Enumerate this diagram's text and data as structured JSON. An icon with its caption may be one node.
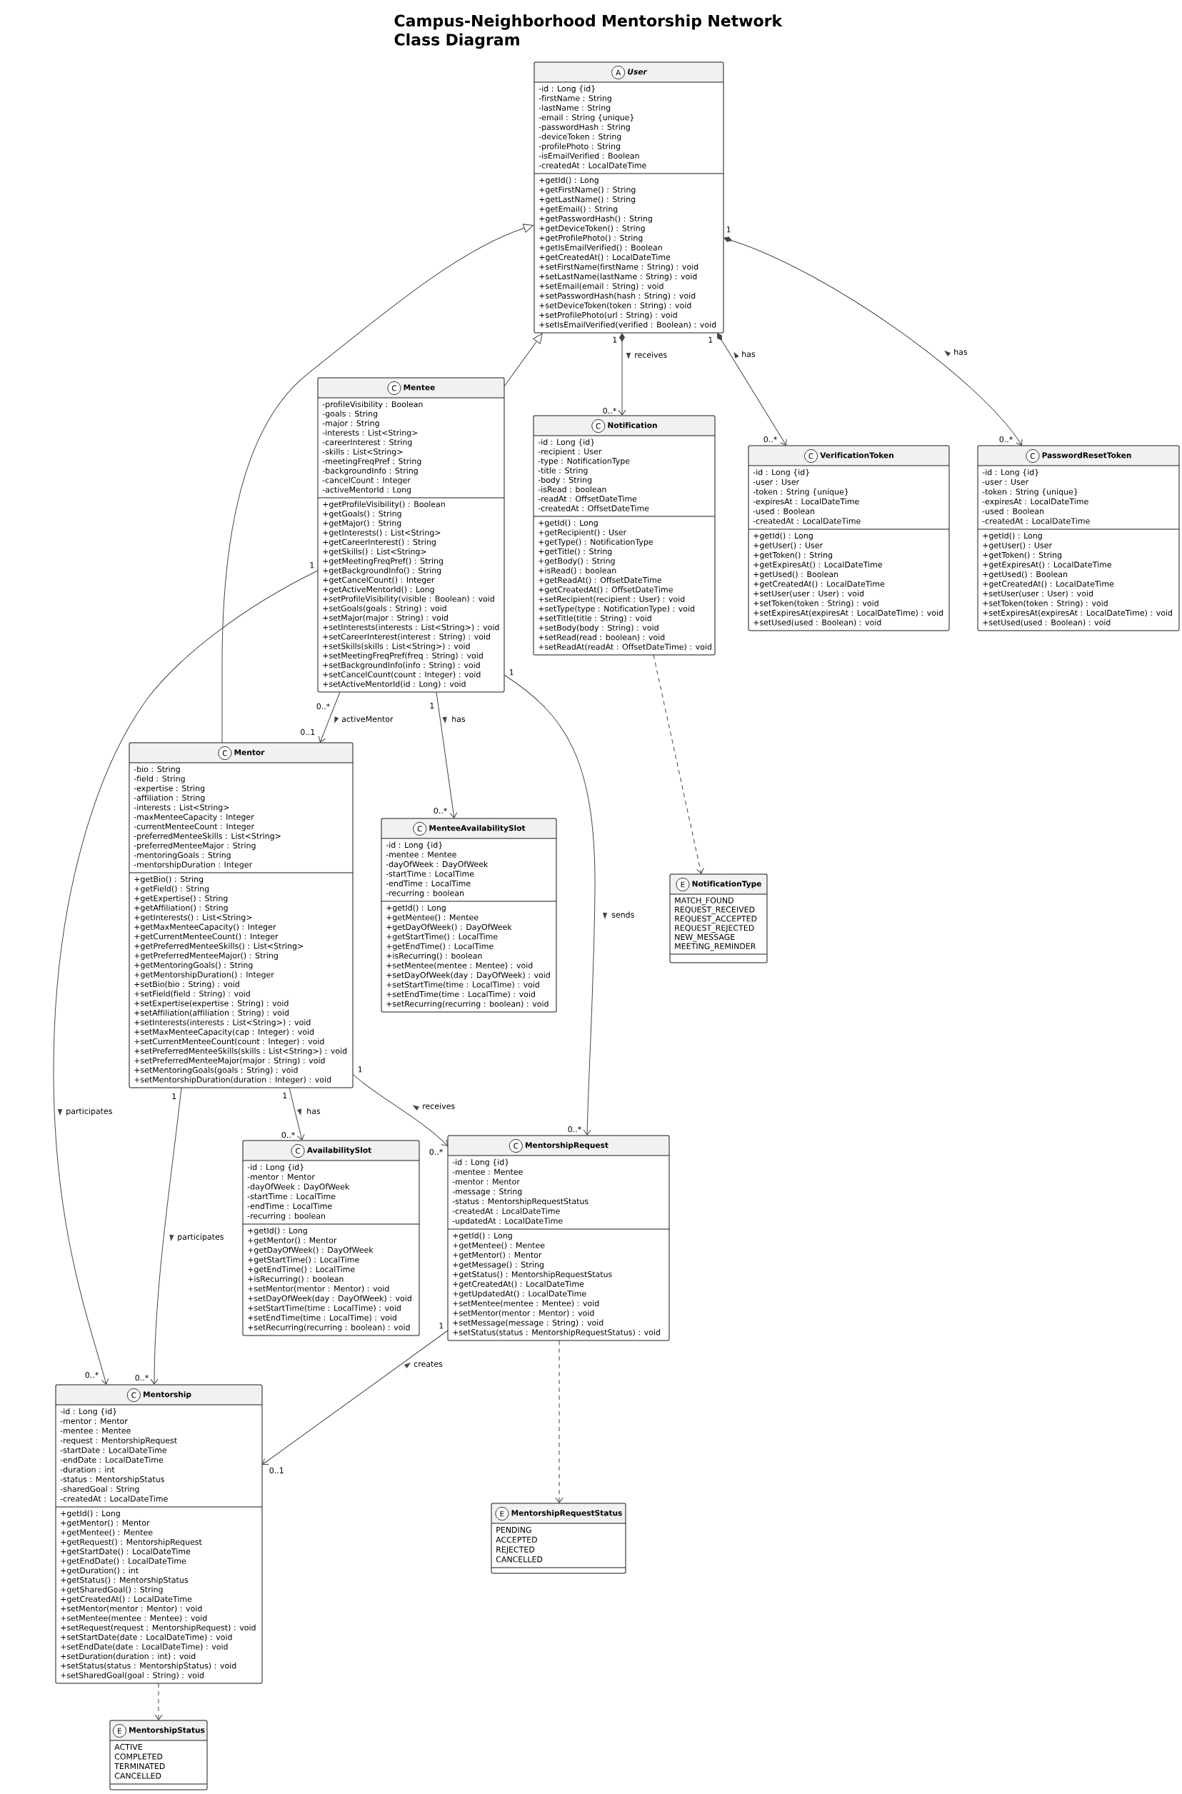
{
  "diagram": {
    "title": "Campus-Neighborhood Mentorship Network Class Diagram",
    "nodes": [
      {
        "text": [
          "A",
          "User",
          "-id : Long {id}",
          "-firstName : String",
          "-lastName : String",
          "-email : String {unique}",
          "-passwordHash : String",
          "-deviceToken : String",
          "-profilePhoto : String",
          "-isEmailVerified : Boolean",
          "-createdAt : LocalDateTime",
          "+getId() : Long",
          "+getFirstName() : String",
          "+getLastName() : String",
          "+getEmail() : String",
          "+getPasswordHash() : String",
          "+getDeviceToken() : String",
          "+getProfilePhoto() : String",
          "+getIsEmailVerified() : Boolean",
          "+getCreatedAt() : LocalDateTime",
          "+setFirstName(firstName : String) : void",
          "+setLastName(lastName : String) : void",
          "+setEmail(email : String) : void",
          "+setPasswordHash(hash : String) : void",
          "+setDeviceToken(token : String) : void",
          "+setProfilePhoto(url : String) : void",
          "+setIsEmailVerified(verified : Boolean) : void"
        ]
      },
      {
        "text": [
          "C",
          "Mentee",
          "-profileVisibility : Boolean",
          "-goals : String",
          "-major : String",
          "-interests : List<String>",
          "-careerInterest : String",
          "-skills : List<String>",
          "-meetingFreqPref : String",
          "-backgroundInfo : String",
          "-cancelCount : Integer",
          "-activeMentorId : Long",
          "+getProfileVisibility() : Boolean",
          "+getGoals() : String",
          "+getMajor() : String",
          "+getInterests() : List<String>",
          "+getCareerInterest() : String",
          "+getSkills() : List<String>",
          "+getMeetingFreqPref() : String",
          "+getBackgroundInfo() : String",
          "+getCancelCount() : Integer",
          "+getActiveMentorId() : Long",
          "+setProfileVisibility(visible : Boolean) : void",
          "+setGoals(goals : String) : void",
          "+setMajor(major : String) : void",
          "+setInterests(interests : List<String>) : void",
          "+setCareerInterest(interest : String) : void",
          "+setSkills(skills : List<String>) : void",
          "+setMeetingFreqPref(freq : String) : void",
          "+setBackgroundInfo(info : String) : void",
          "+setCancelCount(count : Integer) : void",
          "+setActiveMentorId(id : Long) : void"
        ]
      },
      {
        "text": [
          "C",
          "Notification",
          "-id : Long {id}",
          "-recipient : User",
          "-type : NotificationType",
          "-title : String",
          "-body : String",
          "-isRead : boolean",
          "-readAt : OffsetDateTime",
          "-createdAt : OffsetDateTime",
          "+getId() : Long",
          "+getRecipient() : User",
          "+getType() : NotificationType",
          "+getTitle() : String",
          "+getBody() : String",
          "+isRead() : boolean",
          "+getReadAt() : OffsetDateTime",
          "+getCreatedAt() : OffsetDateTime",
          "+setRecipient(recipient : User) : void",
          "+setType(type : NotificationType) : void",
          "+setTitle(title : String) : void",
          "+setBody(body : String) : void",
          "+setRead(read : boolean) : void",
          "+setReadAt(readAt : OffsetDateTime) : void"
        ]
      },
      {
        "text": [
          "C",
          "VerificationToken",
          "-id : Long {id}",
          "-user : User",
          "-token : String {unique}",
          "-expiresAt : LocalDateTime",
          "-used : Boolean",
          "-createdAt : LocalDateTime",
          "+getId() : Long",
          "+getUser() : User",
          "+getToken() : String",
          "+getExpiresAt() : LocalDateTime",
          "+getUsed() : Boolean",
          "+getCreatedAt() : LocalDateTime",
          "+setUser(user : User) : void",
          "+setToken(token : String) : void",
          "+setExpiresAt(expiresAt : LocalDateTime) : void",
          "+setUsed(used : Boolean) : void"
        ]
      },
      {
        "text": [
          "C",
          "PasswordResetToken",
          "-id : Long {id}",
          "-user : User",
          "-token : String {unique}",
          "-expiresAt : LocalDateTime",
          "-used : Boolean",
          "-createdAt : LocalDateTime",
          "+getId() : Long",
          "+getUser() : User",
          "+getToken() : String",
          "+getExpiresAt() : LocalDateTime",
          "+getUsed() : Boolean",
          "+getCreatedAt() : LocalDateTime",
          "+setUser(user : User) : void",
          "+setToken(token : String) : void",
          "+setExpiresAt(expiresAt : LocalDateTime) : void",
          "+setUsed(used : Boolean) : void"
        ]
      },
      {
        "text": [
          "C",
          "Mentor",
          "-bio : String",
          "-field : String",
          "-expertise : String",
          "-affiliation : String",
          "-interests : List<String>",
          "-maxMenteeCapacity : Integer",
          "-currentMenteeCount : Integer",
          "-preferredMenteeSkills : List<String>",
          "-preferredMenteeMajor : String",
          "-mentoringGoals : String",
          "-mentorshipDuration : Integer",
          "+getBio() : String",
          "+getField() : String",
          "+getExpertise() : String",
          "+getAffiliation() : String",
          "+getInterests() : List<String>",
          "+getMaxMenteeCapacity() : Integer",
          "+getCurrentMenteeCount() : Integer",
          "+getPreferredMenteeSkills() : List<String>",
          "+getPreferredMenteeMajor() : String",
          "+getMentoringGoals() : String",
          "+getMentorshipDuration() : Integer",
          "+setBio(bio : String) : void",
          "+setField(field : String) : void",
          "+setExpertise(expertise : String) : void",
          "+setAffiliation(affiliation : String) : void",
          "+setInterests(interests : List<String>) : void",
          "+setMaxMenteeCapacity(cap : Integer) : void",
          "+setCurrentMenteeCount(count : Integer) : void",
          "+setPreferredMenteeSkills(skills : List<String>) : void",
          "+setPreferredMenteeMajor(major : String) : void",
          "+setMentoringGoals(goals : String) : void",
          "+setMentorshipDuration(duration : Integer) : void"
        ]
      },
      {
        "text": [
          "C",
          "MenteeAvailabilitySlot",
          "-id : Long {id}",
          "-mentee : Mentee",
          "-dayOfWeek : DayOfWeek",
          "-startTime : LocalTime",
          "-endTime : LocalTime",
          "-recurring : boolean",
          "+getId() : Long",
          "+getMentee() : Mentee",
          "+getDayOfWeek() : DayOfWeek",
          "+getStartTime() : LocalTime",
          "+getEndTime() : LocalTime",
          "+isRecurring() : boolean",
          "+setMentee(mentee : Mentee) : void",
          "+setDayOfWeek(day : DayOfWeek) : void",
          "+setStartTime(time : LocalTime) : void",
          "+setEndTime(time : LocalTime) : void",
          "+setRecurring(recurring : boolean) : void"
        ]
      },
      {
        "text": [
          "E",
          "NotificationType",
          "MATCH_FOUND",
          "REQUEST_RECEIVED",
          "REQUEST_ACCEPTED",
          "REQUEST_REJECTED",
          "NEW_MESSAGE",
          "MEETING_REMINDER"
        ]
      },
      {
        "text": [
          "C",
          "AvailabilitySlot",
          "-id : Long {id}",
          "-mentor : Mentor",
          "-dayOfWeek : DayOfWeek",
          "-startTime : LocalTime",
          "-endTime : LocalTime",
          "-recurring : boolean",
          "+getId() : Long",
          "+getMentor() : Mentor",
          "+getDayOfWeek() : DayOfWeek",
          "+getStartTime() : LocalTime",
          "+getEndTime() : LocalTime",
          "+isRecurring() : boolean",
          "+setMentor(mentor : Mentor) : void",
          "+setDayOfWeek(day : DayOfWeek) : void",
          "+setStartTime(time : LocalTime) : void",
          "+setEndTime(time : LocalTime) : void",
          "+setRecurring(recurring : boolean) : void"
        ]
      },
      {
        "text": [
          "C",
          "MentorshipRequest",
          "-id : Long {id}",
          "-mentee : Mentee",
          "-mentor : Mentor",
          "-message : String",
          "-status : MentorshipRequestStatus",
          "-createdAt : LocalDateTime",
          "-updatedAt : LocalDateTime",
          "+getId() : Long",
          "+getMentee() : Mentee",
          "+getMentor() : Mentor",
          "+getMessage() : String",
          "+getStatus() : MentorshipRequestStatus",
          "+getCreatedAt() : LocalDateTime",
          "+getUpdatedAt() : LocalDateTime",
          "+setMentee(mentee : Mentee) : void",
          "+setMentor(mentor : Mentor) : void",
          "+setMessage(message : String) : void",
          "+setStatus(status : MentorshipRequestStatus) : void"
        ]
      },
      {
        "text": [
          "C",
          "Mentorship",
          "-id : Long {id}",
          "-mentor : Mentor",
          "-mentee : Mentee",
          "-request : MentorshipRequest",
          "-startDate : LocalDateTime",
          "-endDate : LocalDateTime",
          "-duration : int",
          "-status : MentorshipStatus",
          "-sharedGoal : String",
          "-createdAt : LocalDateTime",
          "+getId() : Long",
          "+getMentor() : Mentor",
          "+getMentee() : Mentee",
          "+getRequest() : MentorshipRequest",
          "+getStartDate() : LocalDateTime",
          "+getEndDate() : LocalDateTime",
          "+getDuration() : int",
          "+getStatus() : MentorshipStatus",
          "+getSharedGoal() : String",
          "+getCreatedAt() : LocalDateTime",
          "+setMentor(mentor : Mentor) : void",
          "+setMentee(mentee : Mentee) : void",
          "+setRequest(request : MentorshipRequest) : void",
          "+setStartDate(date : LocalDateTime) : void",
          "+setEndDate(date : LocalDateTime) : void",
          "+setDuration(duration : int) : void",
          "+setStatus(status : MentorshipStatus) : void",
          "+setSharedGoal(goal : String) : void"
        ]
      },
      {
        "text": [
          "E",
          "MentorshipRequestStatus",
          "PENDING",
          "ACCEPTED",
          "REJECTED",
          "CANCELLED"
        ]
      },
      {
        "text": [
          "E",
          "MentorshipStatus",
          "ACTIVE",
          "COMPLETED",
          "TERMINATED",
          "CANCELLED"
        ]
      }
    ],
    "edges": [
      {
        "from": 1,
        "to": 0,
        "arrow": "to"
      },
      {
        "from": 5,
        "to": 0,
        "arrow": "to"
      },
      {
        "from": 0,
        "to": 2,
        "arrow": "to",
        "label": "receives"
      },
      {
        "from": 0,
        "to": 3,
        "arrow": "to",
        "label": "has"
      },
      {
        "from": 0,
        "to": 4,
        "arrow": "to",
        "label": "has"
      },
      {
        "from": 1,
        "to": 5,
        "arrow": "to",
        "label": "activeMentor"
      },
      {
        "from": 1,
        "to": 6,
        "arrow": "to",
        "label": "has"
      },
      {
        "from": 1,
        "to": 9,
        "arrow": "to",
        "label": "sends"
      },
      {
        "from": 1,
        "to": 10,
        "arrow": "to",
        "label": "participates"
      },
      {
        "from": 2,
        "to": 7,
        "arrow": "to",
        "style": "dashed"
      },
      {
        "from": 5,
        "to": 8,
        "arrow": "to",
        "label": "has"
      },
      {
        "from": 5,
        "to": 9,
        "arrow": "to",
        "label": "receives"
      },
      {
        "from": 5,
        "to": 10,
        "arrow": "to",
        "label": "participates"
      },
      {
        "from": 9,
        "to": 10,
        "arrow": "to",
        "label": "creates"
      },
      {
        "from": 9,
        "to": 11,
        "arrow": "to",
        "style": "dashed"
      },
      {
        "from": 10,
        "to": 12,
        "arrow": "to",
        "style": "dashed"
      }
    ],
    "labels": [
      "1",
      "1",
      "1",
      "0..*",
      "0..*",
      "0..*",
      "1",
      "1",
      "0..*",
      "1",
      "0..1",
      "0..*",
      "1",
      "1",
      "1",
      "0..*",
      "0..*",
      "0..*",
      "1",
      "0..*",
      "0..*",
      "0..1"
    ]
  }
}
